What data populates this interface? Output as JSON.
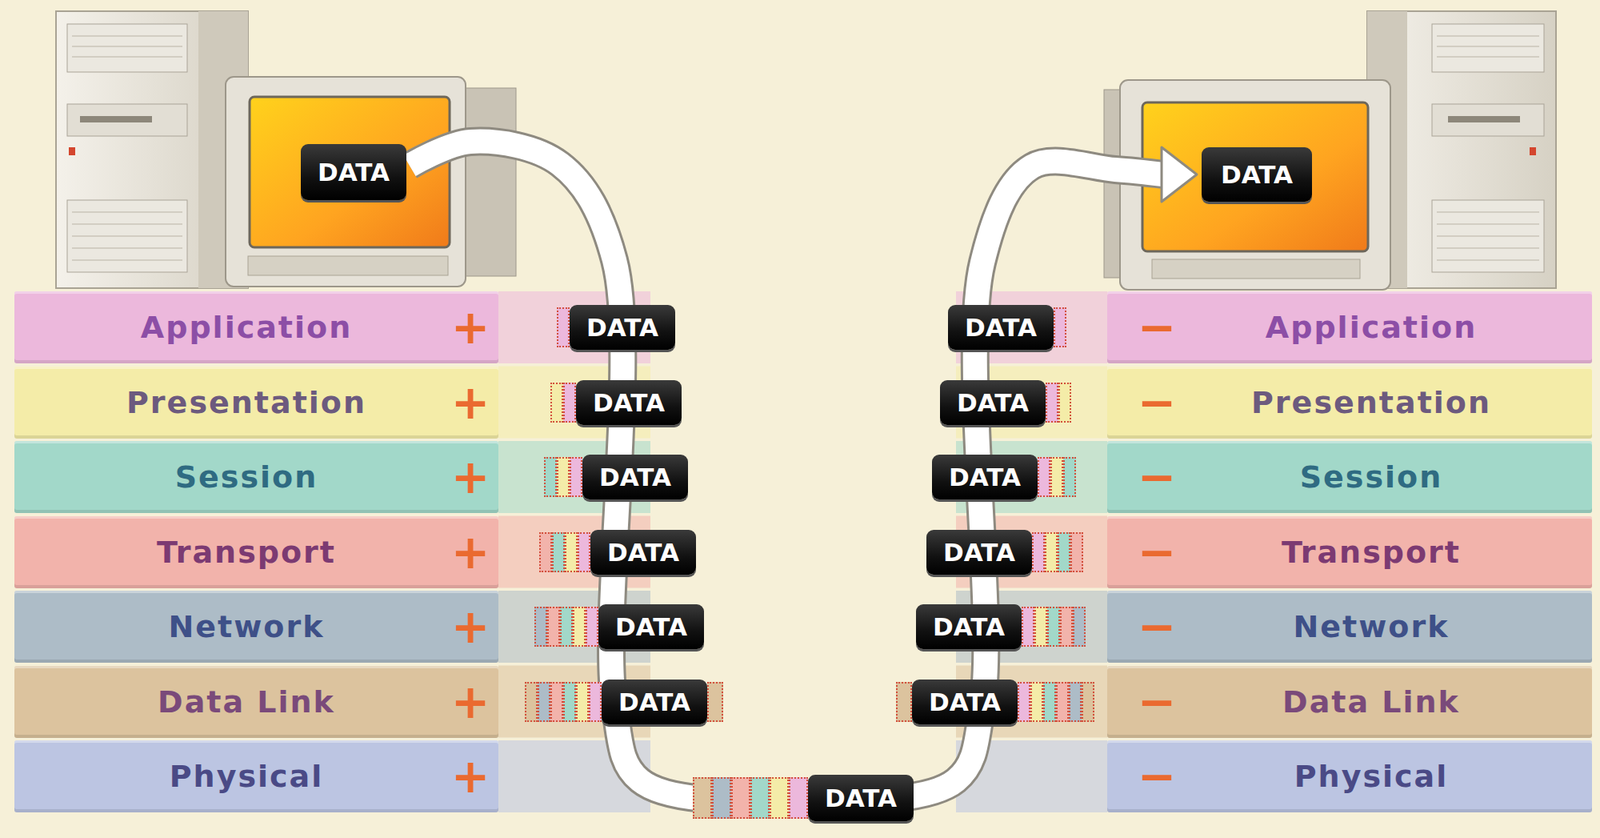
{
  "diagram": {
    "nodes": [
      {
        "text": [
          "DATA"
        ]
      },
      {
        "text": [
          "Application",
          "+"
        ]
      },
      {
        "text": [
          "Presentation",
          "+"
        ]
      },
      {
        "text": [
          "Session",
          "+"
        ]
      },
      {
        "text": [
          "Transport",
          "+"
        ]
      },
      {
        "text": [
          "Network",
          "+"
        ]
      },
      {
        "text": [
          "Data Link",
          "+"
        ]
      },
      {
        "text": [
          "Physical",
          "+"
        ]
      },
      {
        "text": [
          "DATA"
        ]
      },
      {
        "text": [
          "DATA"
        ]
      },
      {
        "text": [
          "DATA"
        ]
      },
      {
        "text": [
          "DATA"
        ]
      },
      {
        "text": [
          "DATA"
        ]
      },
      {
        "text": [
          "DATA"
        ]
      },
      {
        "text": [
          "DATA"
        ]
      },
      {
        "text": [
          "DATA"
        ]
      },
      {
        "text": [
          "DATA"
        ]
      },
      {
        "text": [
          "DATA"
        ]
      },
      {
        "text": [
          "DATA"
        ]
      },
      {
        "text": [
          "DATA"
        ]
      },
      {
        "text": [
          "DATA"
        ]
      },
      {
        "text": [
          "−",
          "Application"
        ]
      },
      {
        "text": [
          "−",
          "Presentation"
        ]
      },
      {
        "text": [
          "−",
          "Session"
        ]
      },
      {
        "text": [
          "−",
          "Transport"
        ]
      },
      {
        "text": [
          "−",
          "Network"
        ]
      },
      {
        "text": [
          "−",
          "Data Link"
        ]
      },
      {
        "text": [
          "−",
          "Physical"
        ]
      },
      {
        "text": [
          "DATA"
        ]
      }
    ],
    "edges": [
      {
        "from": 0,
        "to": 28,
        "arrow": "to"
      }
    ]
  }
}
